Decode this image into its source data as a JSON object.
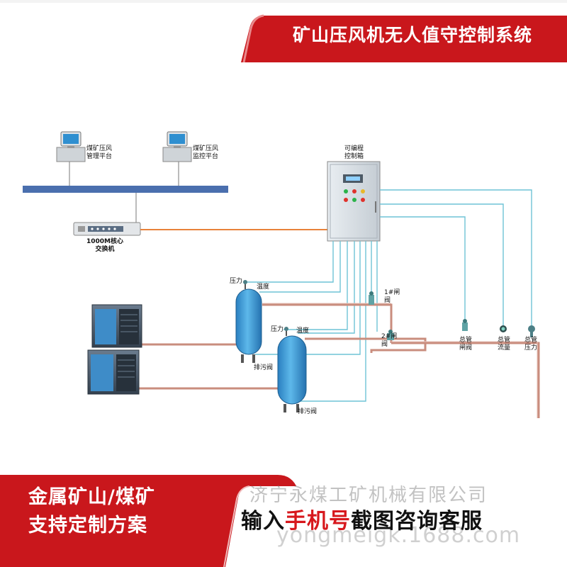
{
  "header": {
    "title": "矿山压风机无人值守控制系统"
  },
  "diagram": {
    "workstations": [
      {
        "label_line1": "煤矿压风",
        "label_line2": "管理平台"
      },
      {
        "label_line1": "煤矿压风",
        "label_line2": "监控平台"
      }
    ],
    "switch": {
      "label_line1": "1000M核心",
      "label_line2": "交换机"
    },
    "control_box": {
      "label_line1": "可编程",
      "label_line2": "控制箱"
    },
    "tank1": {
      "pressure": "压力",
      "temperature": "温度",
      "drain": "排污阀"
    },
    "tank2": {
      "pressure": "压力",
      "temperature": "温度",
      "drain": "排污阀"
    },
    "gate_valve_1": {
      "label_line1": "1#闸",
      "label_line2": "阀"
    },
    "gate_valve_2": {
      "label_line1": "2#闸",
      "label_line2": "阀"
    },
    "main_pipe_sensors": [
      {
        "label_line1": "总管",
        "label_line2": "闸阀"
      },
      {
        "label_line1": "总管",
        "label_line2": "流量"
      },
      {
        "label_line1": "总管",
        "label_line2": "压力"
      }
    ]
  },
  "footer": {
    "left_line1": "金属矿山/煤矿",
    "left_line2": "支持定制方案",
    "watermark_company": "济宁永煤工矿机械有限公司",
    "watermark_url": "yongmeigk.1688.com",
    "cta_prefix": "输入",
    "cta_highlight": "手机号",
    "cta_suffix": "截图咨询客服"
  },
  "colors": {
    "brand_red": "#d7181d",
    "network_bar": "#4a6fae",
    "signal_line": "#6fc3d6",
    "ethernet_line": "#e8823a",
    "pipe": "#c98d7e",
    "tank_blue": "#3f9fd8"
  }
}
